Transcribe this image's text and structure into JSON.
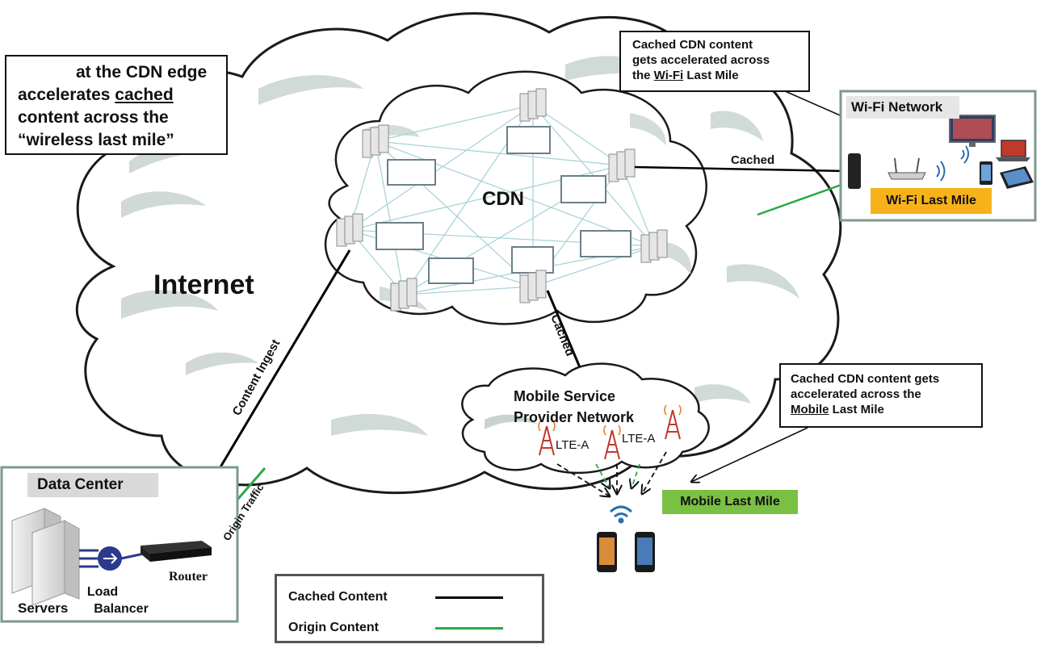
{
  "callouts": {
    "edge": {
      "line1": "at the CDN edge",
      "line2_pre": "accelerates ",
      "line2_u": "cached",
      "line3": "content across the",
      "line4": "“wireless last mile”"
    },
    "wifi": {
      "line1": "Cached CDN content",
      "line2": "gets accelerated  across",
      "line3_pre": "the ",
      "line3_u": "Wi-Fi",
      "line3_post": " Last Mile"
    },
    "mobile": {
      "line1": "Cached CDN content gets",
      "line2": "accelerated across the",
      "line3_u": "Mobile",
      "line3_post": " Last Mile"
    }
  },
  "labels": {
    "internet": "Internet",
    "cdn": "CDN",
    "cached_wifi": "Cached",
    "cached_mobile": "Cached",
    "content_ingest": "Content Ingest",
    "origin_traffic": "Origin Traffic",
    "msp_line1": "Mobile Service",
    "msp_line2": "Provider Network",
    "lte1": "LTE-A",
    "lte2": "LTE-A",
    "wifi_network": "Wi-Fi Network",
    "wifi_last_mile": "Wi-Fi Last Mile",
    "mobile_last_mile": "Mobile Last Mile",
    "data_center": "Data Center",
    "servers": "Servers",
    "load_balancer_1": "Load",
    "load_balancer_2": "Balancer",
    "router": "Router"
  },
  "legend": {
    "cached_label": "Cached Content",
    "origin_label": "Origin Content",
    "cached_color": "#000000",
    "origin_color": "#2aa84a"
  },
  "colors": {
    "cloud_fill": "#ffffff",
    "cloud_stroke": "#1a1a1a",
    "cloud_shadow": "#c8d3cf",
    "mesh_line": "#a9d4d8",
    "box_border": "#6b7f86",
    "panel_border": "#7f9890"
  }
}
